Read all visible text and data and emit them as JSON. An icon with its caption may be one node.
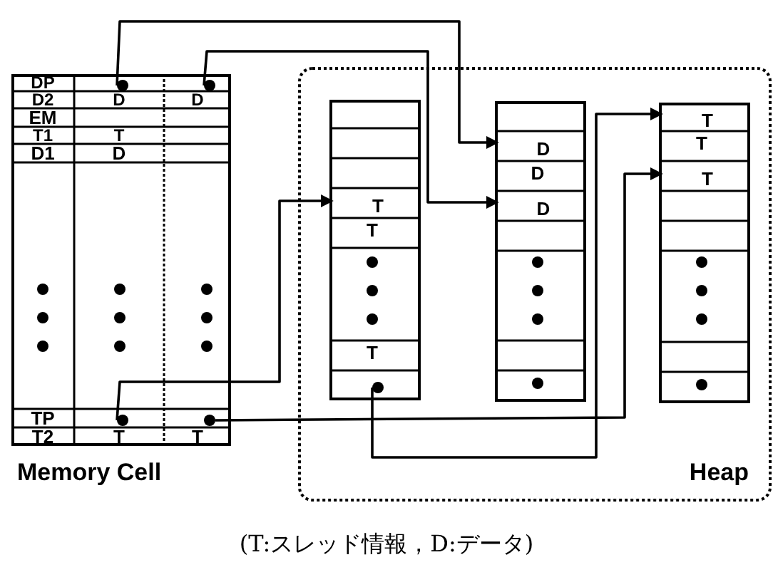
{
  "diagram": {
    "caption": "(T:スレッド情報，D:データ)",
    "nodes": [
      {
        "text": [
          "Memory Cell"
        ]
      },
      {
        "text": [],
        "shape": "circle",
        "in": 0
      },
      {
        "text": [],
        "shape": "circle",
        "in": 0
      },
      {
        "text": [],
        "shape": "circle",
        "in": 0
      },
      {
        "text": [],
        "shape": "circle",
        "in": 0
      },
      {
        "text": [
          "Heap"
        ]
      },
      {
        "text": [],
        "shape": "box",
        "in": 5
      },
      {
        "text": [
          "T"
        ],
        "in": 6
      },
      {
        "text": [],
        "shape": "circle",
        "in": 6
      },
      {
        "text": [],
        "shape": "box",
        "in": 5
      },
      {
        "text": [
          "D"
        ],
        "in": 9
      },
      {
        "text": [
          "D"
        ],
        "in": 9
      },
      {
        "text": [],
        "shape": "box",
        "in": 5
      },
      {
        "text": [
          "T"
        ],
        "in": 12
      },
      {
        "text": [
          "T"
        ],
        "in": 12
      }
    ],
    "edges": [
      {
        "from": 1,
        "to": 10,
        "arrow": "to"
      },
      {
        "from": 2,
        "to": 11,
        "arrow": "to"
      },
      {
        "from": 3,
        "to": 7,
        "arrow": "to"
      },
      {
        "from": 4,
        "to": 14,
        "arrow": "to"
      },
      {
        "from": 8,
        "to": 13,
        "arrow": "to"
      }
    ],
    "labels": [
      "DP",
      "D2",
      "D",
      "D",
      "EM",
      "T1",
      "T",
      "D1",
      "D",
      "TP",
      "T2",
      "T",
      "T",
      "T",
      "T",
      "D",
      "T"
    ]
  }
}
